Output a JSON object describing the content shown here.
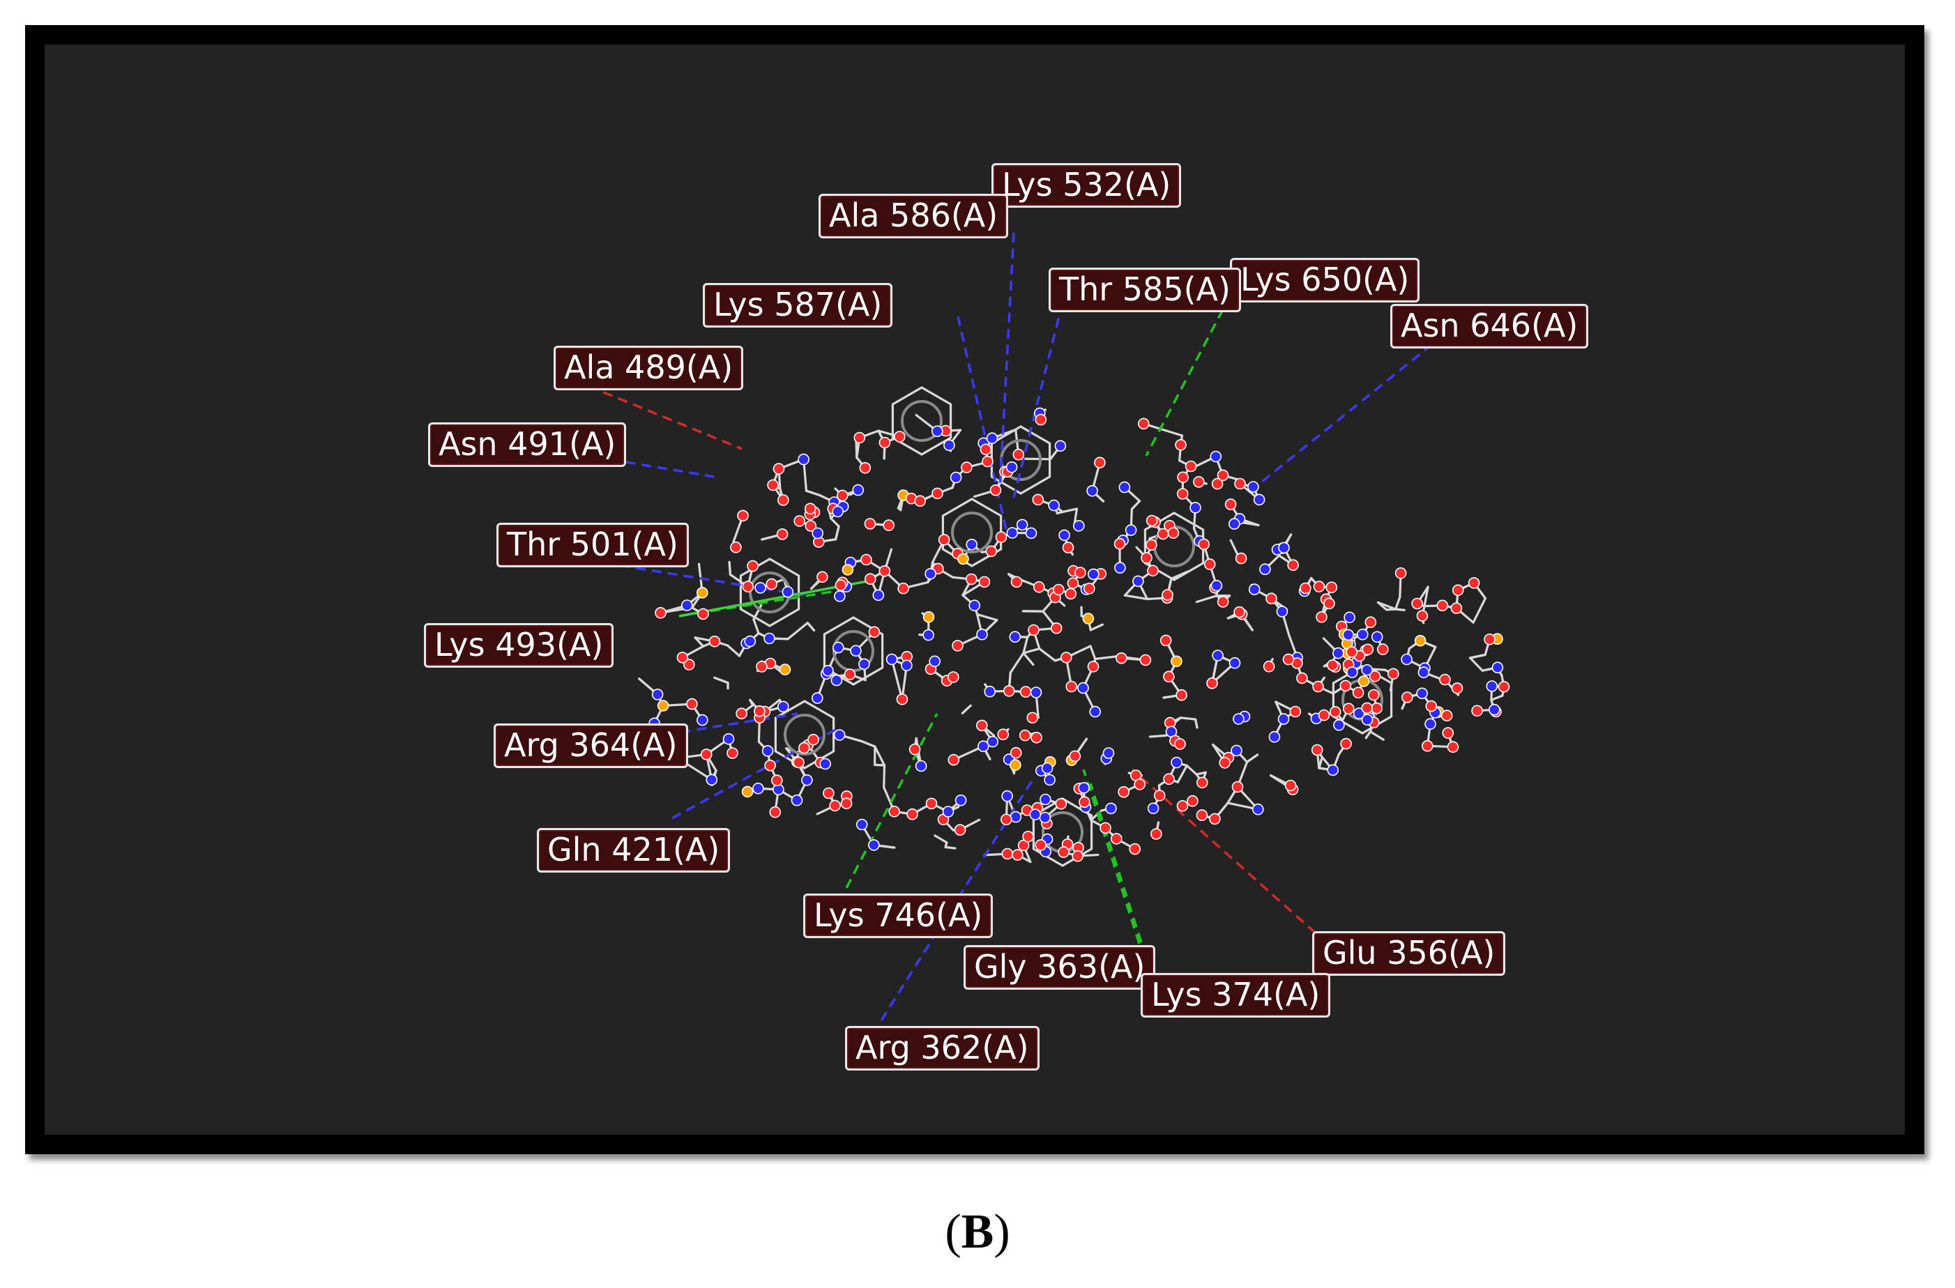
{
  "caption": {
    "open": "(",
    "letter": "B",
    "close": ")"
  },
  "colors": {
    "background": "#232323",
    "bond": "#d9d9d9",
    "atom_oxygen": "#ff2a2a",
    "atom_nitrogen": "#2b2bff",
    "atom_phosphorus": "#ffa500",
    "hbond": "#3a3aff",
    "conventional_hbond": "#22c422",
    "unfavorable": "#d42a2a",
    "label_fill": "#3d0c0c",
    "label_border": "#e8e8e8"
  },
  "residues": [
    {
      "id": "lys532",
      "text": "Lys 532(A)",
      "interaction": "none"
    },
    {
      "id": "ala586",
      "text": "Ala 586(A)",
      "interaction": "hbond"
    },
    {
      "id": "lys650",
      "text": "Lys 650(A)",
      "interaction": "conventional_hbond"
    },
    {
      "id": "thr585",
      "text": "Thr 585(A)",
      "interaction": "hbond"
    },
    {
      "id": "asn646",
      "text": "Asn 646(A)",
      "interaction": "hbond"
    },
    {
      "id": "lys587",
      "text": "Lys 587(A)",
      "interaction": "hbond"
    },
    {
      "id": "ala489",
      "text": "Ala 489(A)",
      "interaction": "unfavorable"
    },
    {
      "id": "asn491",
      "text": "Asn 491(A)",
      "interaction": "hbond"
    },
    {
      "id": "thr501",
      "text": "Thr 501(A)",
      "interaction": "hbond"
    },
    {
      "id": "lys493",
      "text": "Lys 493(A)",
      "interaction": "conventional_hbond"
    },
    {
      "id": "arg364",
      "text": "Arg 364(A)",
      "interaction": "hbond"
    },
    {
      "id": "gln421",
      "text": "Gln 421(A)",
      "interaction": "hbond"
    },
    {
      "id": "lys746",
      "text": "Lys 746(A)",
      "interaction": "conventional_hbond"
    },
    {
      "id": "gly363",
      "text": "Gly 363(A)",
      "interaction": "conventional_hbond"
    },
    {
      "id": "glu356",
      "text": "Glu 356(A)",
      "interaction": "unfavorable"
    },
    {
      "id": "lys374",
      "text": "Lys 374(A)",
      "interaction": "conventional_hbond"
    },
    {
      "id": "arg362",
      "text": "Arg 362(A)",
      "interaction": "hbond"
    }
  ]
}
